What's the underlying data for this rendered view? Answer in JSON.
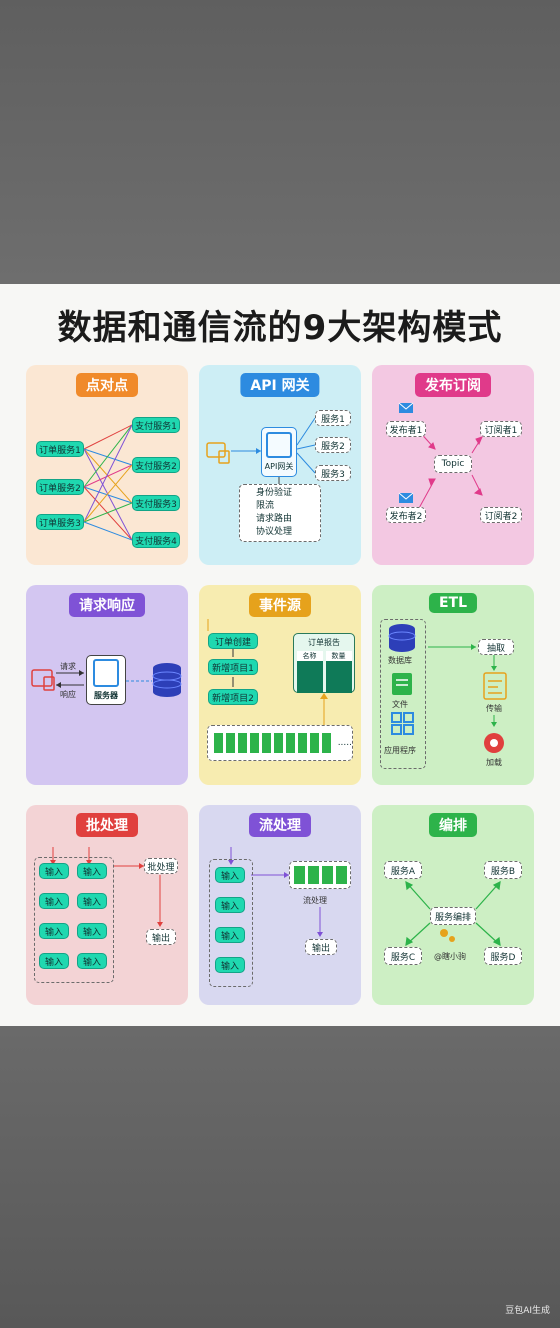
{
  "title": "数据和通信流的9大架构模式",
  "watermark": "豆包AI生成",
  "cards": {
    "p2p": {
      "title": "点对点",
      "left": [
        "订单服务1",
        "订单服务2",
        "订单服务3"
      ],
      "right": [
        "支付服务1",
        "支付服务2",
        "支付服务3",
        "支付服务4"
      ]
    },
    "gateway": {
      "title": "API 网关",
      "gw_label": "API网关",
      "services": [
        "服务1",
        "服务2",
        "服务3"
      ],
      "features": [
        "身份验证",
        "限流",
        "请求路由",
        "协议处理"
      ]
    },
    "pubsub": {
      "title": "发布订阅",
      "publishers": [
        "发布者1",
        "发布者2"
      ],
      "subscribers": [
        "订阅者1",
        "订阅者2"
      ],
      "topic": "Topic"
    },
    "reqresp": {
      "title": "请求响应",
      "server": "服务器",
      "request": "请求",
      "response": "响应"
    },
    "eventsource": {
      "title": "事件源",
      "events": [
        "订单创建",
        "新增项目1",
        "新增项目2"
      ],
      "store": "订单报告",
      "cols": [
        "名称",
        "数量"
      ],
      "more": "....."
    },
    "etl": {
      "title": "ETL",
      "sources": [
        "数据库",
        "文件",
        "应用程序"
      ],
      "steps": [
        "抽取",
        "传输",
        "加载"
      ]
    },
    "batch": {
      "title": "批处理",
      "input": "输入",
      "process": "批处理",
      "output": "输出"
    },
    "stream": {
      "title": "流处理",
      "input": "输入",
      "process": "流处理",
      "output": "输出"
    },
    "orchestration": {
      "title": "编排",
      "services": [
        "服务A",
        "服务B",
        "服务C",
        "服务D"
      ],
      "hub": "服务编排",
      "credit": "@瞎小驹"
    }
  },
  "colors": {
    "orange": "#f08a2a",
    "blue": "#2d8be0",
    "pink": "#e03a8a",
    "purple": "#7f52d6",
    "amber": "#e6a21c",
    "green": "#2db34a",
    "red": "#e0403e"
  }
}
